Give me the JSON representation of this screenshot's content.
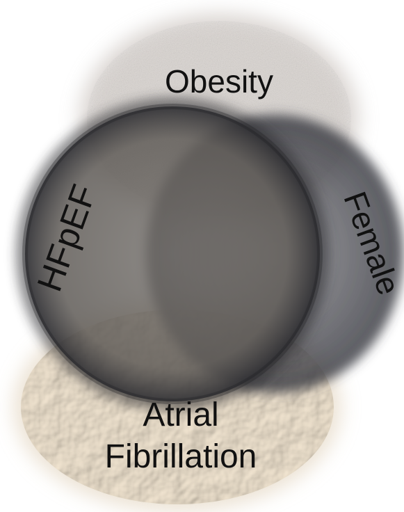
{
  "diagram": {
    "circles": {
      "obesity": {
        "label": "Obesity",
        "color": "#c9c2bd"
      },
      "female": {
        "label": "Female",
        "color": "#5f6066"
      },
      "atrial": {
        "line1": "Atrial",
        "line2": "Fibrillation",
        "color": "#d8c8b0"
      },
      "hfpef": {
        "label": "HFpEF",
        "color": "#6e6c68"
      }
    }
  }
}
